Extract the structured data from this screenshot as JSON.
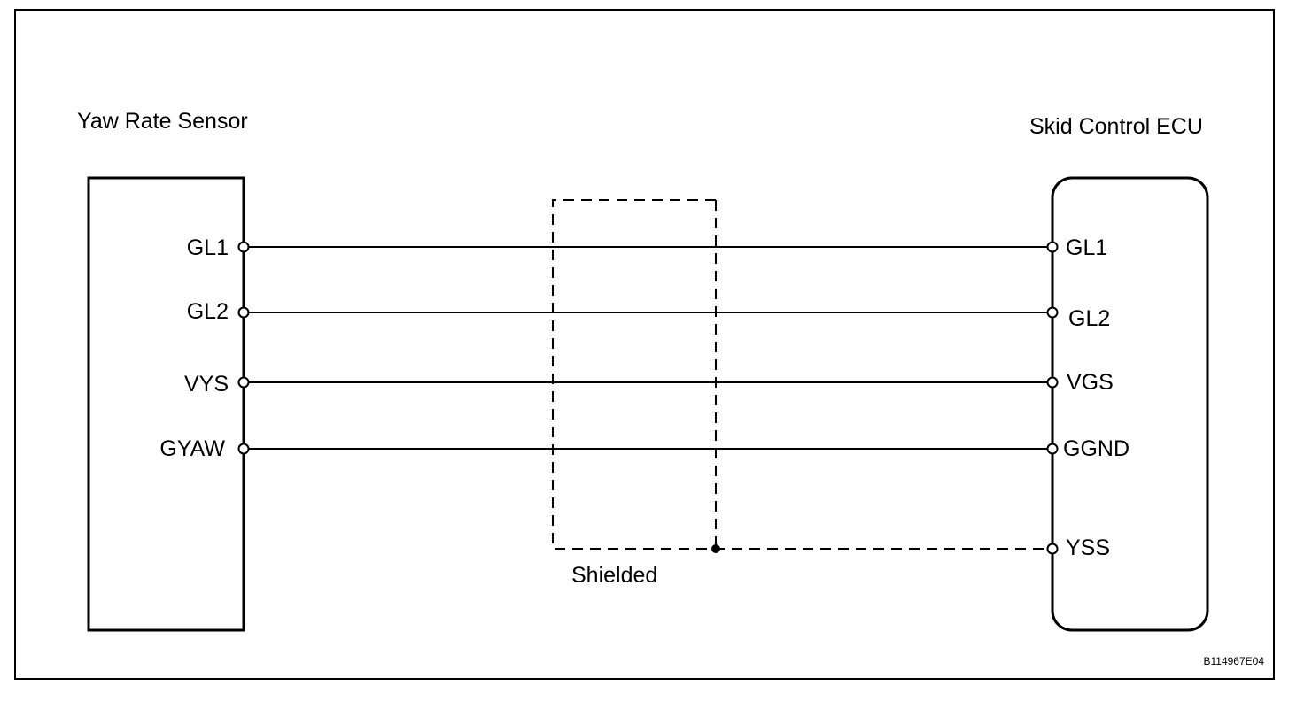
{
  "diagram": {
    "left_component": {
      "title": "Yaw Rate Sensor",
      "pins": [
        "GL1",
        "GL2",
        "VYS",
        "GYAW"
      ]
    },
    "right_component": {
      "title": "Skid Control ECU",
      "pins": [
        "GL1",
        "GL2",
        "VGS",
        "GGND",
        "YSS"
      ]
    },
    "shield_label": "Shielded",
    "figure_code": "B114967E04"
  }
}
